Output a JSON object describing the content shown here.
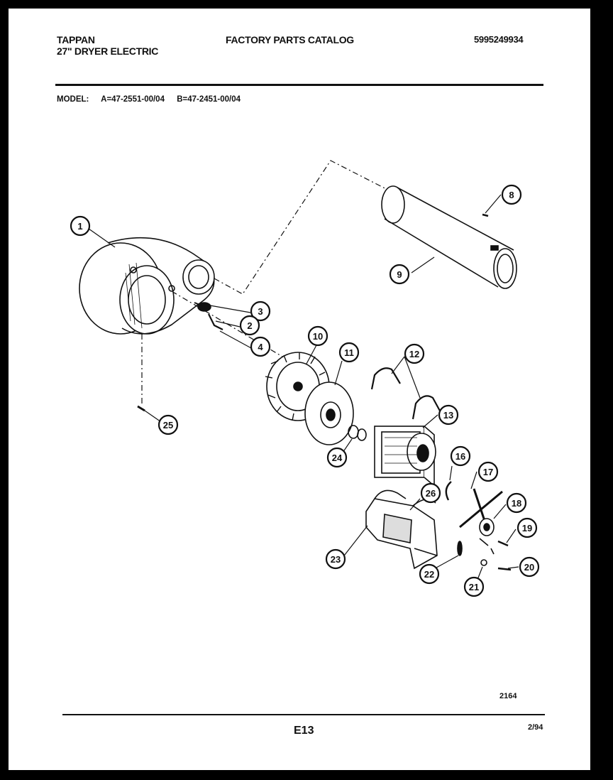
{
  "header": {
    "brand": "TAPPAN",
    "product": "27\" DRYER ELECTRIC",
    "catalog_title": "FACTORY PARTS CATALOG",
    "catalog_number": "5995249934"
  },
  "models": {
    "label": "MODEL:",
    "model_a": "A=47-2551-00/04",
    "model_b": "B=47-2451-00/04"
  },
  "callouts": {
    "c1": "1",
    "c2": "2",
    "c3": "3",
    "c4": "4",
    "c8": "8",
    "c9": "9",
    "c10": "10",
    "c11": "11",
    "c12": "12",
    "c13": "13",
    "c16": "16",
    "c17": "17",
    "c18": "18",
    "c19": "19",
    "c20": "20",
    "c21": "21",
    "c22": "22",
    "c23": "23",
    "c24": "24",
    "c25": "25",
    "c26": "26"
  },
  "footer": {
    "figure_code": "2164",
    "page_number": "E13",
    "date": "2/94"
  }
}
